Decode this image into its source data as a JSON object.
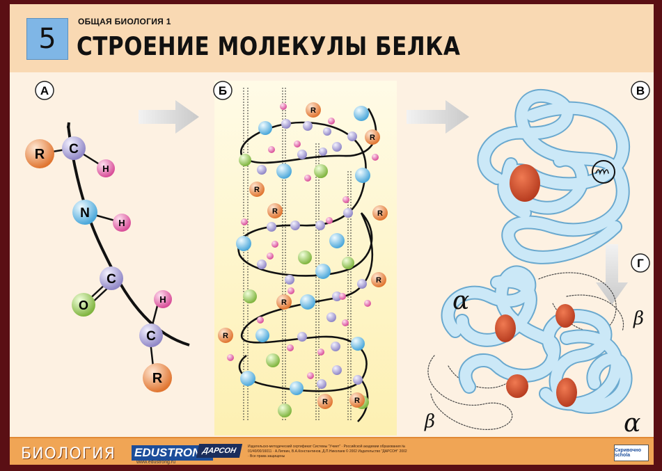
{
  "header": {
    "number": "5",
    "subject": "ОБЩАЯ БИОЛОГИЯ 1",
    "title": "СТРОЕНИЕ МОЛЕКУЛЫ БЕЛКА"
  },
  "panels": {
    "a": "А",
    "b": "Б",
    "v": "В",
    "g": "Г"
  },
  "atoms": {
    "c": "C",
    "h": "H",
    "n": "N",
    "o": "O",
    "r": "R"
  },
  "greek": {
    "alpha": "α",
    "beta": "β"
  },
  "footer": {
    "subject": "БИОЛОГИЯ",
    "brand": "EDUSTRONG",
    "site": "www.edustrong.ru",
    "publisher": "ДАРСОН",
    "credits": "Издательско-методический сертификат Системы \"Учмет\" · Российской академии образования № 01/40/00/16011 · А.Литвин, В.А.Константинов, Д.П.Николаев © 2002 Издательство \"ДАРСОН\" 2002 · Все права защищены",
    "logo": "Скривочно schola"
  },
  "colors": {
    "carbon": "#b7b0dd",
    "hydrogen": "#e879b3",
    "nitrogen": "#7cc7ee",
    "oxygen": "#a8d46a",
    "radical": "#f29a5a",
    "ribbon": "#bfe2f4",
    "heme": "#d94f2c",
    "background": "#5a0f14"
  }
}
